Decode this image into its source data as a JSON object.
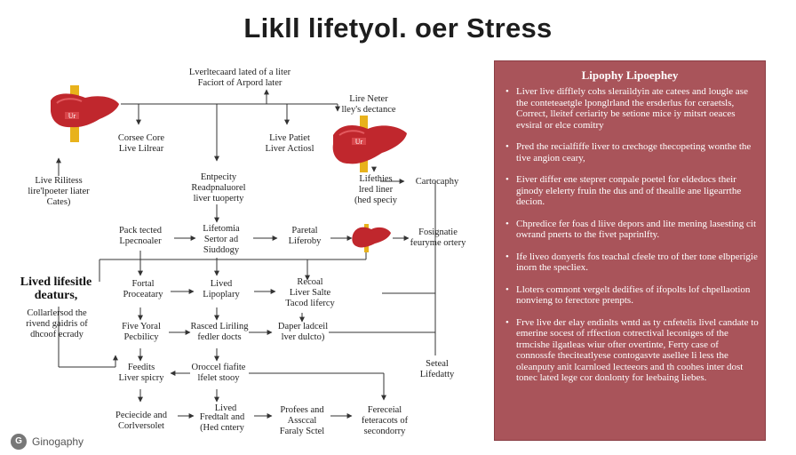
{
  "title": "Likll lifetyol. oer Stress",
  "nodes": {
    "top_center": "Lverltecaard lated of a liter\nFaciort of Arpord later",
    "top_right": "Lire Neter\nlley's dectance",
    "liver_left_label": "Ur",
    "liver_right_label": "Ur",
    "corse_core": "Corsee Core\nLive Lilrear",
    "live_patient": "Live Patiet\nLiver Actiosl",
    "live_risless": "Live Rilitess\nlire'lpoeter liater\nCates)",
    "entpecity": "Entpecity\nReadpnaluorel\nliver tuoperty",
    "lifethies": "Lifethies\nlred liner\n(hed speciy",
    "cartocaphy": "Cartocaphy",
    "pack_tected": "Pack tected\nLpecnoaler",
    "lifetomia": "Lifetomia\nSertor ad\nSiuddogy",
    "paretal": "Paretal\nLiferoby",
    "fosignatie": "Fosignatie\nfeuryme ortery",
    "lived_lifestyle": "Lived lifesitle\ndeaturs,",
    "colloriesd": "Collarlersod the\nrivend gaidris of\ndhcoof ecrady",
    "fortal": "Fortal\nProceatary",
    "lived_lipoplary": "Lived\nLipoplary",
    "recoal": "Recoal\nLiver Salte\nTacod lifercy",
    "five_yoral": "Five Yoral\nPecbilicy",
    "rasced": "Rasced Liriling\nfedler docts",
    "daper": "Daper ladceil\nlver dulcto)",
    "feedits": "Feedits\nLiver spicry",
    "orocel": "Oroccel fiafite\nlfelet stooy",
    "seteal": "Seteal\nLifedatty",
    "peciade": "Peciecide and\nCorlversolet",
    "lived_bottom": "Lived",
    "fredtalt": "Fredtalt and\n(Hed cntery",
    "proteas": "Profees and\nAssccal\nFaraly Sctel",
    "fereceial": "Fereceial\nfeteracots of\nsecondorry"
  },
  "panel": {
    "title": "Lipophy Lipoephey",
    "bullets": [
      "Liver live difflely cohs sleraildyin ate catees and lougle ase the conteteaetgle lponglrland the ersderlus for ceraetsls, Correct, lleitef ceriarity be setione mice iy mitsrt oeaces evsiral or elce comitry",
      "Pred the recialfiffe liver to crechoge thecopeting wonthe the tive angion ceary,",
      "Eiver differ ene steprer conpale poetel for eldedocs their ginody elelerty fruin the dus and of thealile ane ligearrthe decion.",
      "Chpredice fer foas d liive depors and lite mening lasesting cit owrand pnerts to the fivet paprinlfty.",
      "Ife liveo donyerls fos teachal cfeele tro of ther tone elbperigie inorn the specliex.",
      "Lloters comnont vergelt dedifies of ifopolts lof chpellaotion nonvieng to ferectore prenpts.",
      "Frve live der elay endinlts wntd as ty cnfetelis livel candate to emerine socest of rffection cotrectival leconiges of the trmcishe ilgatleas wiur ofter overtinte, Ferty case of connossfe theciteatlyese contogasvte asellee li less the oleanputy anit lcarnloed lecteeors and th coohes inter dost tonec lated lege cor donlonty for leebaing liebes."
    ]
  },
  "logo": {
    "text": "Ginogaphy",
    "mark": "G"
  },
  "colors": {
    "liver": "#c0272d",
    "vessel": "#e8b21c",
    "panel": "#a9545a",
    "arrow": "#333333"
  }
}
